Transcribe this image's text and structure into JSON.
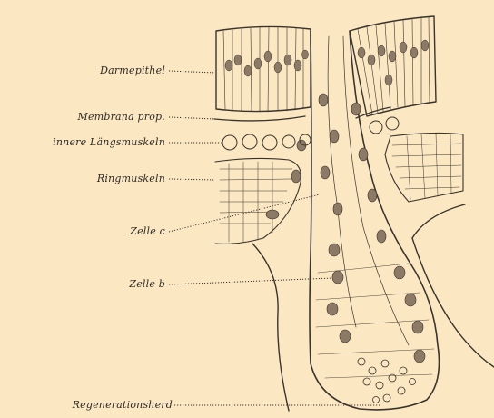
{
  "labels": {
    "darmepithel": "Darmepithel",
    "membrana": "Membrana prop.",
    "innere": "innere Längsmuskeln",
    "ringmuskeln": "Ringmuskeln",
    "zelle_c": "Zelle c",
    "zelle_b": "Zelle b",
    "regeneration": "Regenerationsherd"
  },
  "colors": {
    "background": "#fbe7c2",
    "ink": "#3a342e"
  }
}
